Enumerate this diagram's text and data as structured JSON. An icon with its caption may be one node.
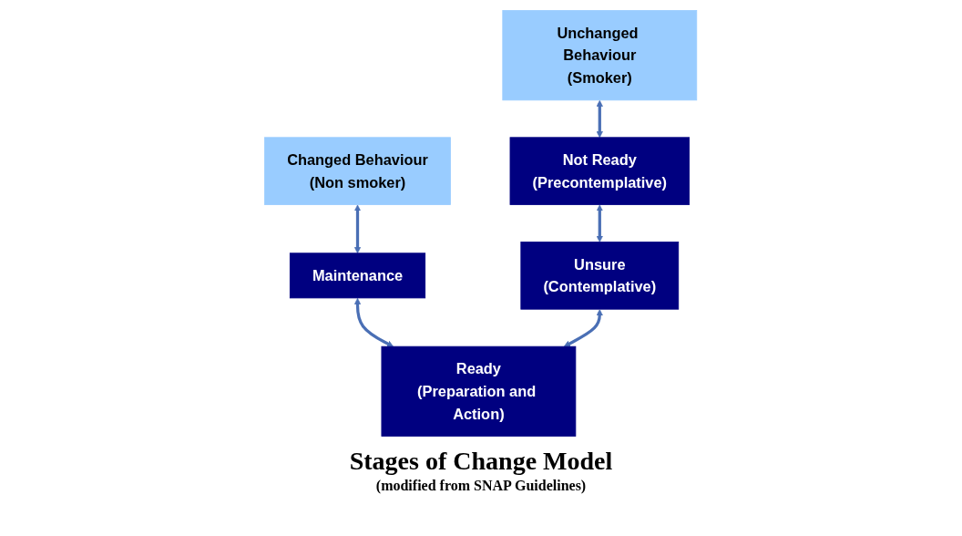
{
  "diagram": {
    "title": "Stages of Change Model",
    "caption": "(modified from SNAP Guidelines)",
    "nodes": [
      {
        "text": [
          "Unchanged Behaviour",
          "(Smoker)"
        ]
      },
      {
        "text": [
          "Changed Behaviour",
          "(Non smoker)"
        ]
      },
      {
        "text": [
          "Not Ready",
          "(Precontemplative)"
        ]
      },
      {
        "text": [
          "Maintenance"
        ]
      },
      {
        "text": [
          "Unsure",
          "(Contemplative)"
        ]
      },
      {
        "text": [
          "Ready",
          "(Preparation and Action)"
        ]
      }
    ],
    "edges": [
      {
        "from": 0,
        "to": 2,
        "arrow": "both"
      },
      {
        "from": 1,
        "to": 3,
        "arrow": "both"
      },
      {
        "from": 2,
        "to": 4,
        "arrow": "both"
      },
      {
        "from": 3,
        "to": 5,
        "arrow": "both"
      },
      {
        "from": 4,
        "to": 5,
        "arrow": "both"
      }
    ]
  }
}
